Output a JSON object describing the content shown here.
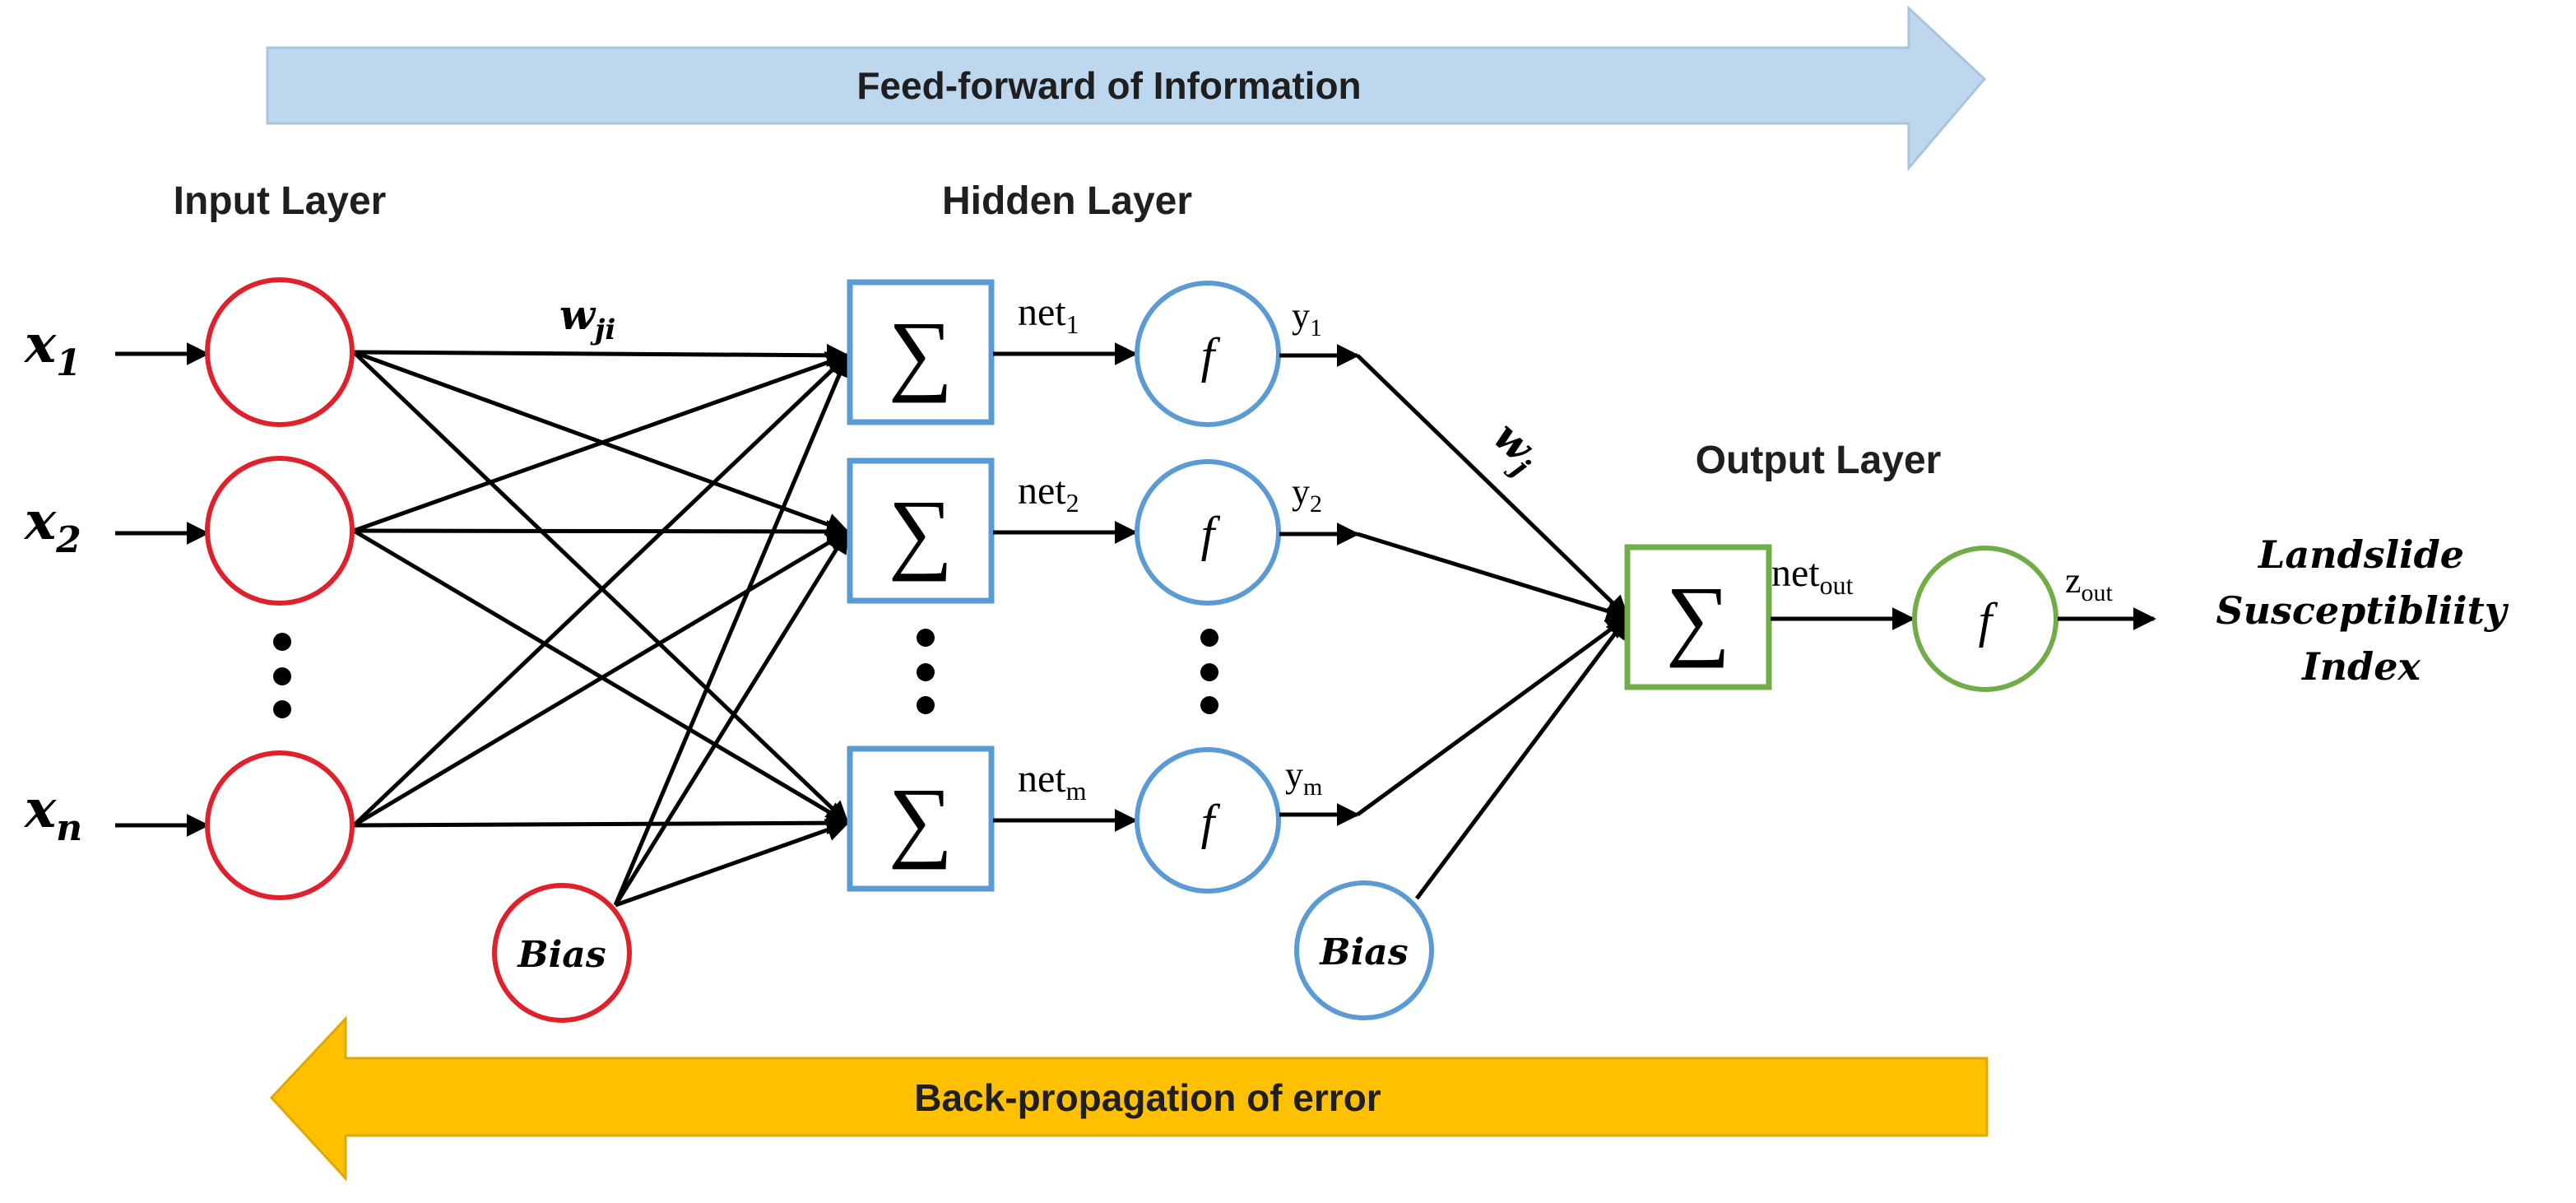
{
  "arrows": {
    "feed_forward": {
      "label": "Feed-forward  of Information",
      "color": "#bdd7ee",
      "border": "#a9c4df"
    },
    "back_propagation": {
      "label": "Back-propagation of error",
      "color": "#ffc000",
      "border": "#e0a800"
    }
  },
  "layers": {
    "input": "Input Layer",
    "hidden": "Hidden Layer",
    "output": "Output Layer"
  },
  "inputs": {
    "x1": {
      "base": "x",
      "sub": "1"
    },
    "x2": {
      "base": "x",
      "sub": "2"
    },
    "xn": {
      "base": "x",
      "sub": "n"
    }
  },
  "weights": {
    "wji": {
      "base": "w",
      "sub": "ji"
    },
    "wj": {
      "base": "w",
      "sub": "j"
    }
  },
  "hidden": {
    "sum_symbol": "∑",
    "activation": "f",
    "nets": [
      {
        "base": "net",
        "sub": "1"
      },
      {
        "base": "net",
        "sub": "2"
      },
      {
        "base": "net",
        "sub": "m"
      }
    ],
    "outputs": [
      {
        "base": "y",
        "sub": "1"
      },
      {
        "base": "y",
        "sub": "2"
      },
      {
        "base": "y",
        "sub": "m"
      }
    ]
  },
  "output": {
    "net": {
      "base": "net",
      "sub": "out"
    },
    "z": {
      "base": "z",
      "sub": "out"
    },
    "result_lines": [
      "Landslide",
      "Susceptibliity",
      "Index"
    ]
  },
  "bias_label": "Bias",
  "colors": {
    "input_node": "#e0202a",
    "hidden_node": "#5b9bd5",
    "output_node": "#70ad47",
    "line": "#000000"
  }
}
